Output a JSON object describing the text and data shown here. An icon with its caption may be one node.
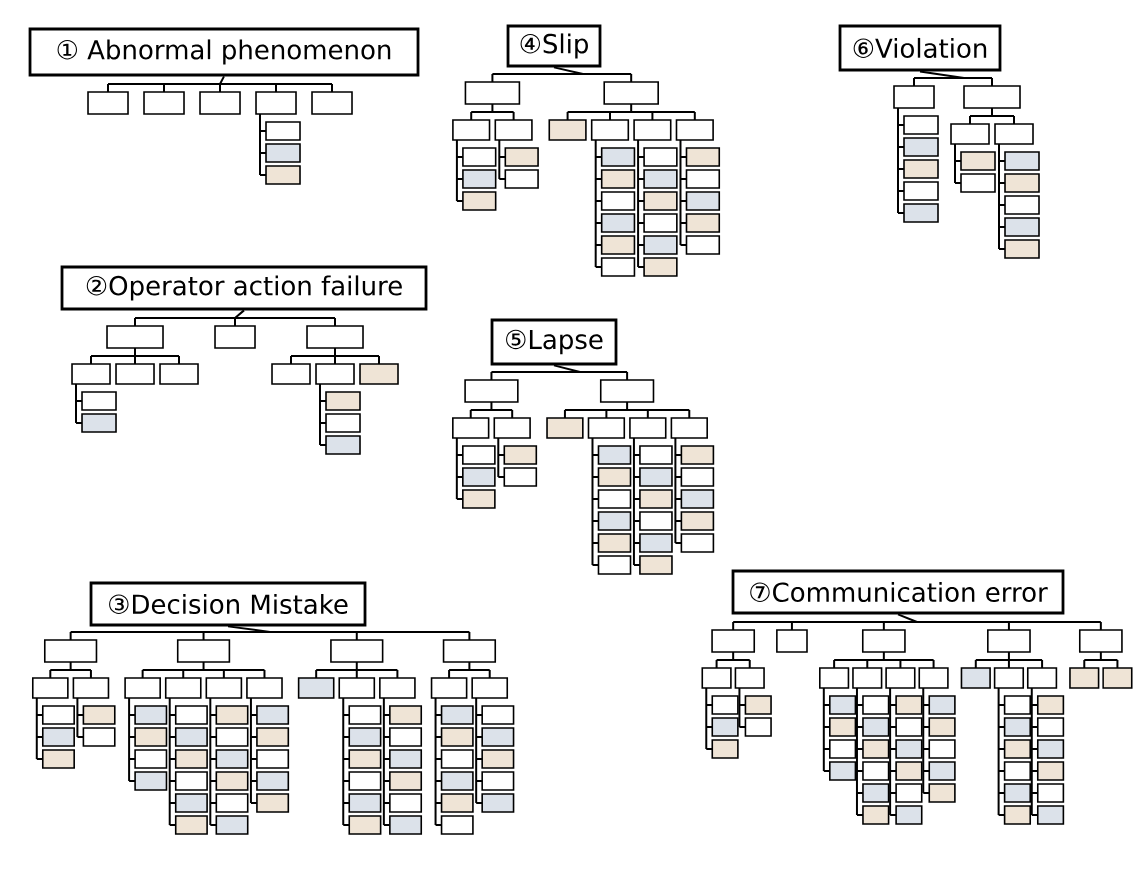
{
  "diagram": {
    "nodes": [
      {
        "text": [
          "① Abnormal phenomenon"
        ]
      },
      {
        "text": [
          "②Operator action failure"
        ]
      },
      {
        "text": [
          "③Decision Mistake"
        ]
      },
      {
        "text": [
          "④Slip"
        ]
      },
      {
        "text": [
          "⑤Lapse"
        ]
      },
      {
        "text": [
          "⑥Violation"
        ]
      },
      {
        "text": [
          "⑦Communication error"
        ]
      },
      {
        "text": [],
        "shape": "picture"
      },
      {
        "text": [],
        "shape": "picture"
      },
      {
        "text": [],
        "shape": "picture"
      },
      {
        "text": [],
        "shape": "picture"
      },
      {
        "text": [],
        "shape": "picture"
      },
      {
        "text": [],
        "shape": "picture"
      },
      {
        "text": [],
        "shape": "picture"
      }
    ],
    "edges": [
      {
        "from": 0,
        "to": 7,
        "arrow": "none"
      },
      {
        "from": 1,
        "to": 8,
        "arrow": "none"
      },
      {
        "from": 2,
        "to": 9,
        "arrow": "none"
      },
      {
        "from": 3,
        "to": 10,
        "arrow": "none"
      },
      {
        "from": 4,
        "to": 11,
        "arrow": "none"
      },
      {
        "from": 5,
        "to": 12,
        "arrow": "none"
      },
      {
        "from": 6,
        "to": 13,
        "arrow": "none"
      }
    ]
  }
}
